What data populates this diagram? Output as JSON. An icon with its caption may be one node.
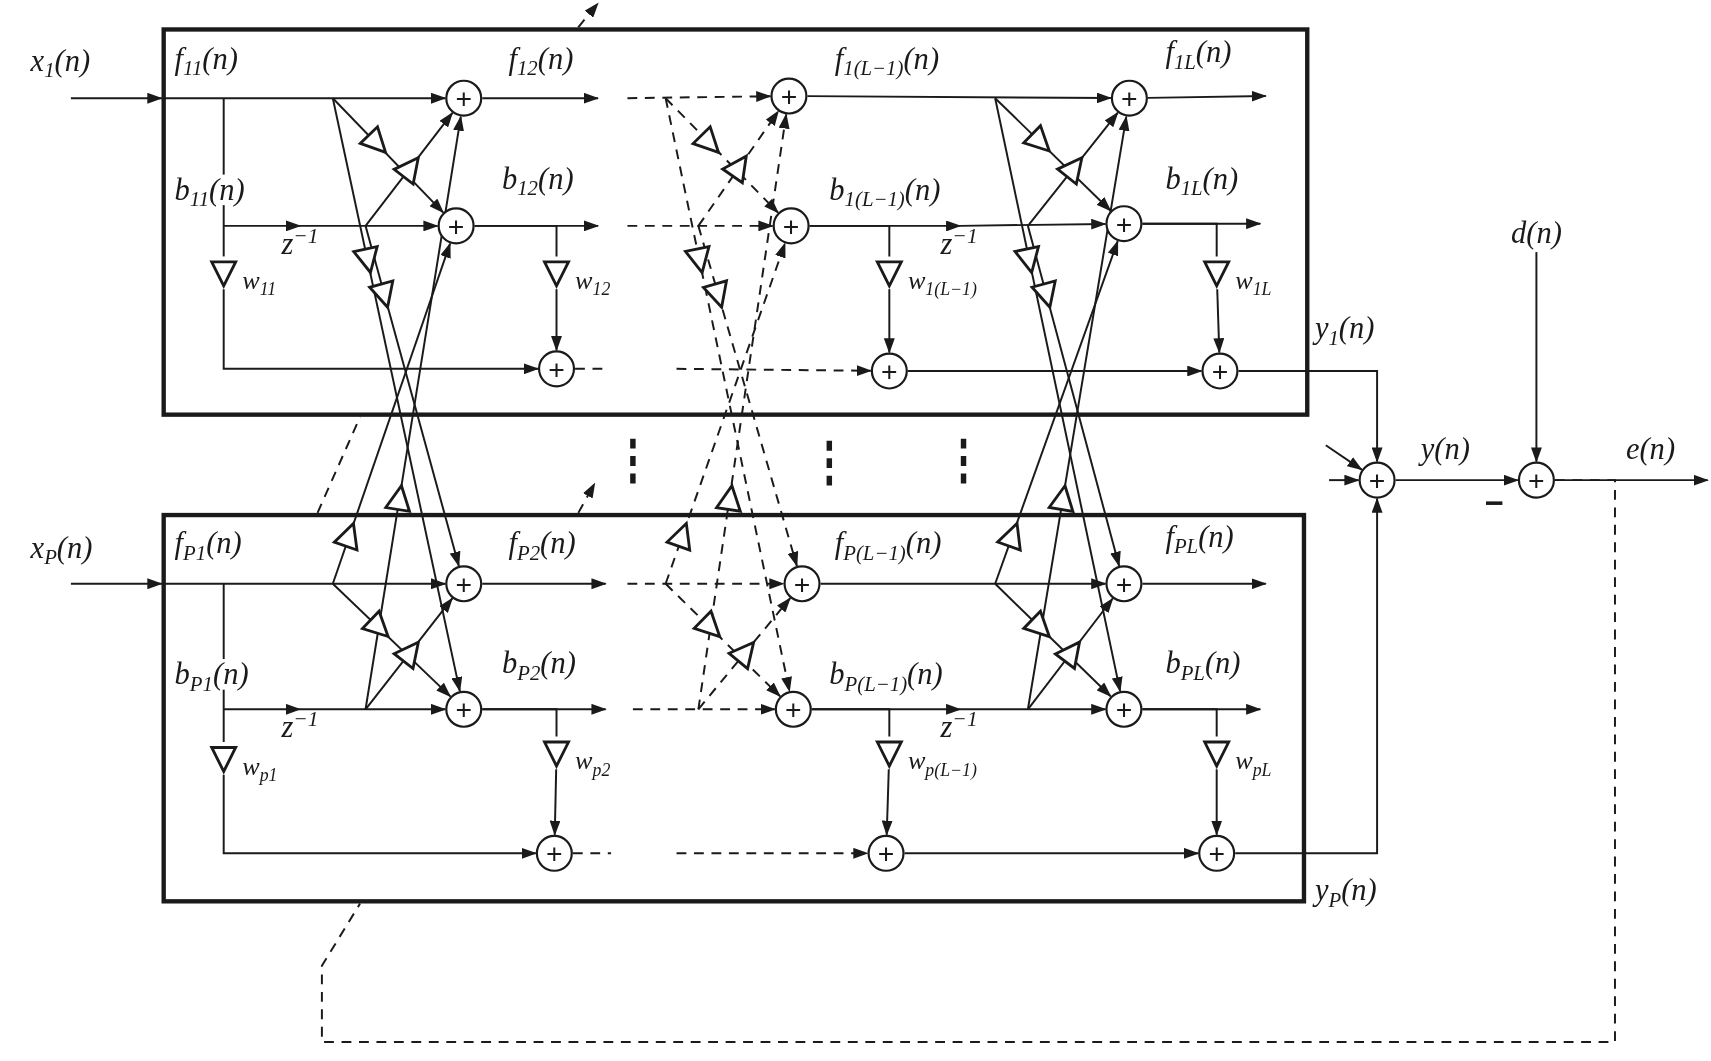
{
  "diagram": {
    "nodes": [
      {
        "text": [],
        "shape": "box"
      },
      {
        "text": [],
        "shape": "box"
      },
      {
        "text": [
          "+"
        ],
        "in": 0
      },
      {
        "text": [
          "+"
        ],
        "in": 0
      },
      {
        "text": [
          "+"
        ],
        "in": 0
      },
      {
        "text": [
          "+"
        ],
        "in": 0
      },
      {
        "text": [
          "+"
        ],
        "in": 0
      },
      {
        "text": [
          "+"
        ],
        "in": 0
      },
      {
        "text": [
          "+"
        ],
        "in": 0
      },
      {
        "text": [
          "+"
        ],
        "in": 0
      },
      {
        "text": [
          "+"
        ],
        "in": 0
      },
      {
        "text": [],
        "shape": "triangle",
        "in": 0,
        "beside": [
          "w$_{11}$"
        ]
      },
      {
        "text": [],
        "shape": "triangle",
        "in": 0,
        "beside": [
          "w$_{12}$"
        ]
      },
      {
        "text": [],
        "shape": "triangle",
        "in": 0,
        "beside": [
          "w$_{1(L−1)}$"
        ]
      },
      {
        "text": [],
        "shape": "triangle",
        "in": 0,
        "beside": [
          "w$_{1L}$"
        ]
      },
      {
        "text": [
          "+"
        ],
        "in": 1
      },
      {
        "text": [
          "+"
        ],
        "in": 1
      },
      {
        "text": [
          "+"
        ],
        "in": 1
      },
      {
        "text": [
          "+"
        ],
        "in": 1
      },
      {
        "text": [
          "+"
        ],
        "in": 1
      },
      {
        "text": [
          "+"
        ],
        "in": 1
      },
      {
        "text": [
          "+"
        ],
        "in": 1
      },
      {
        "text": [
          "+"
        ],
        "in": 1
      },
      {
        "text": [
          "+"
        ],
        "in": 1
      },
      {
        "text": [],
        "shape": "triangle",
        "in": 1,
        "beside": [
          "w$_{p1}$"
        ]
      },
      {
        "text": [],
        "shape": "triangle",
        "in": 1,
        "beside": [
          "w$_{p2}$"
        ]
      },
      {
        "text": [],
        "shape": "triangle",
        "in": 1,
        "beside": [
          "w$_{p(L−1)}$"
        ]
      },
      {
        "text": [],
        "shape": "triangle",
        "in": 1,
        "beside": [
          "w$_{pL}$"
        ]
      },
      {
        "text": [
          "+"
        ]
      },
      {
        "text": [
          "+"
        ]
      },
      {
        "text": [
          "d(n)"
        ]
      },
      {
        "text": [],
        "shape": "triangle",
        "in": 0
      },
      {
        "text": [],
        "shape": "triangle",
        "in": 0
      },
      {
        "text": [],
        "shape": "triangle",
        "in": 0
      },
      {
        "text": [],
        "shape": "triangle",
        "in": 0
      },
      {
        "text": [],
        "shape": "triangle",
        "in": 1
      },
      {
        "text": [],
        "shape": "triangle",
        "in": 1
      },
      {
        "text": [],
        "shape": "triangle",
        "in": 1
      },
      {
        "text": [],
        "shape": "triangle"
      },
      {
        "text": [],
        "shape": "triangle",
        "in": 0
      },
      {
        "text": [],
        "shape": "triangle",
        "in": 0
      },
      {
        "text": [],
        "shape": "triangle",
        "in": 0
      },
      {
        "text": [],
        "shape": "triangle",
        "in": 0
      },
      {
        "text": [],
        "shape": "triangle",
        "in": 1
      },
      {
        "text": [],
        "shape": "triangle",
        "in": 1
      },
      {
        "text": [],
        "shape": "triangle",
        "in": 1
      },
      {
        "text": [],
        "shape": "triangle"
      },
      {
        "text": [],
        "shape": "triangle",
        "in": 0
      },
      {
        "text": [],
        "shape": "triangle",
        "in": 0
      },
      {
        "text": [],
        "shape": "triangle",
        "in": 0
      },
      {
        "text": [],
        "shape": "triangle",
        "in": 0
      },
      {
        "text": [],
        "shape": "triangle",
        "in": 1
      },
      {
        "text": [],
        "shape": "triangle",
        "in": 1
      },
      {
        "text": [],
        "shape": "triangle",
        "in": 1
      },
      {
        "text": [],
        "shape": "triangle"
      }
    ],
    "edges": [
      {
        "from": null,
        "to": 2,
        "arrow": "to"
      },
      {
        "from": null,
        "to": 11,
        "arrow": "none"
      },
      {
        "from": 11,
        "to": 4,
        "arrow": "to"
      },
      {
        "from": null,
        "to": 3,
        "arrow": "to"
      },
      {
        "from": 2,
        "to": null,
        "arrow": "to"
      },
      {
        "from": null,
        "to": 5,
        "arrow": "to",
        "style": "dashed"
      },
      {
        "from": 3,
        "to": null,
        "arrow": "to"
      },
      {
        "from": null,
        "to": 6,
        "arrow": "to",
        "style": "dashed"
      },
      {
        "from": 3,
        "to": 12,
        "arrow": "none"
      },
      {
        "from": 12,
        "to": 4,
        "arrow": "to"
      },
      {
        "from": 4,
        "to": null,
        "arrow": "none",
        "style": "dashed"
      },
      {
        "from": null,
        "to": 7,
        "arrow": "to",
        "style": "dashed"
      },
      {
        "from": 5,
        "to": 8,
        "arrow": "to"
      },
      {
        "from": 6,
        "to": 9,
        "arrow": "to"
      },
      {
        "from": 6,
        "to": 13,
        "arrow": "none"
      },
      {
        "from": 13,
        "to": 7,
        "arrow": "to"
      },
      {
        "from": 7,
        "to": 10,
        "arrow": "to"
      },
      {
        "from": 8,
        "to": null,
        "arrow": "to"
      },
      {
        "from": 9,
        "to": null,
        "arrow": "to"
      },
      {
        "from": 9,
        "to": 14,
        "arrow": "none"
      },
      {
        "from": 14,
        "to": 10,
        "arrow": "to"
      },
      {
        "from": 10,
        "to": 28,
        "arrow": "to"
      },
      {
        "from": null,
        "to": 15,
        "arrow": "to"
      },
      {
        "from": null,
        "to": 24,
        "arrow": "none"
      },
      {
        "from": 24,
        "to": 17,
        "arrow": "to"
      },
      {
        "from": null,
        "to": 16,
        "arrow": "to"
      },
      {
        "from": 15,
        "to": null,
        "arrow": "to"
      },
      {
        "from": null,
        "to": 18,
        "arrow": "to",
        "style": "dashed"
      },
      {
        "from": 16,
        "to": null,
        "arrow": "to"
      },
      {
        "from": null,
        "to": 19,
        "arrow": "to",
        "style": "dashed"
      },
      {
        "from": 16,
        "to": 25,
        "arrow": "none"
      },
      {
        "from": 25,
        "to": 17,
        "arrow": "to"
      },
      {
        "from": 17,
        "to": null,
        "arrow": "none",
        "style": "dashed"
      },
      {
        "from": null,
        "to": 20,
        "arrow": "to",
        "style": "dashed"
      },
      {
        "from": 18,
        "to": 21,
        "arrow": "to"
      },
      {
        "from": 19,
        "to": 22,
        "arrow": "to"
      },
      {
        "from": 19,
        "to": 26,
        "arrow": "none"
      },
      {
        "from": 26,
        "to": 20,
        "arrow": "to"
      },
      {
        "from": 20,
        "to": 23,
        "arrow": "to"
      },
      {
        "from": 21,
        "to": null,
        "arrow": "to"
      },
      {
        "from": 22,
        "to": null,
        "arrow": "to"
      },
      {
        "from": 22,
        "to": 27,
        "arrow": "none"
      },
      {
        "from": 27,
        "to": 23,
        "arrow": "to"
      },
      {
        "from": 23,
        "to": 28,
        "arrow": "to"
      },
      {
        "from": null,
        "to": 28,
        "arrow": "to"
      },
      {
        "from": null,
        "to": 28,
        "arrow": "to"
      },
      {
        "from": 28,
        "to": 29,
        "arrow": "to",
        "label": "y(n)"
      },
      {
        "from": 30,
        "to": 29,
        "arrow": "to"
      },
      {
        "from": 29,
        "to": null,
        "arrow": "to",
        "label": "e(n)"
      },
      {
        "from": null,
        "to": 3,
        "arrow": "to"
      },
      {
        "from": null,
        "to": 2,
        "arrow": "to"
      },
      {
        "from": null,
        "to": 16,
        "arrow": "to"
      },
      {
        "from": null,
        "to": 15,
        "arrow": "to"
      },
      {
        "from": null,
        "to": 16,
        "arrow": "to"
      },
      {
        "from": null,
        "to": 15,
        "arrow": "to"
      },
      {
        "from": null,
        "to": 3,
        "arrow": "to"
      },
      {
        "from": null,
        "to": 2,
        "arrow": "to"
      },
      {
        "from": null,
        "to": 6,
        "arrow": "to",
        "style": "dashed"
      },
      {
        "from": null,
        "to": 5,
        "arrow": "to",
        "style": "dashed"
      },
      {
        "from": null,
        "to": 19,
        "arrow": "to",
        "style": "dashed"
      },
      {
        "from": null,
        "to": 18,
        "arrow": "to",
        "style": "dashed"
      },
      {
        "from": null,
        "to": 19,
        "arrow": "to",
        "style": "dashed"
      },
      {
        "from": null,
        "to": 18,
        "arrow": "to",
        "style": "dashed"
      },
      {
        "from": null,
        "to": 6,
        "arrow": "to",
        "style": "dashed"
      },
      {
        "from": null,
        "to": 5,
        "arrow": "to",
        "style": "dashed"
      },
      {
        "from": null,
        "to": 9,
        "arrow": "to"
      },
      {
        "from": null,
        "to": 8,
        "arrow": "to"
      },
      {
        "from": null,
        "to": 22,
        "arrow": "to"
      },
      {
        "from": null,
        "to": 21,
        "arrow": "to"
      },
      {
        "from": null,
        "to": 22,
        "arrow": "to"
      },
      {
        "from": null,
        "to": 21,
        "arrow": "to"
      },
      {
        "from": null,
        "to": 9,
        "arrow": "to"
      },
      {
        "from": null,
        "to": 8,
        "arrow": "to"
      },
      {
        "from": 29,
        "to": 1,
        "arrow": "none",
        "style": "dashed"
      },
      {
        "from": 1,
        "to": 0,
        "arrow": "none",
        "style": "dashed"
      },
      {
        "from": 0,
        "to": null,
        "arrow": "to",
        "style": "dashed"
      },
      {
        "from": 1,
        "to": null,
        "arrow": "to",
        "style": "dashed"
      }
    ],
    "labels": [
      "x$_{1}$(n)",
      "f$_{11}$(n)",
      "f$_{12}$(n)",
      "f$_{1(L−1)}$(n)",
      "f$_{1L}$(n)",
      "b$_{11}$(n)",
      "b$_{12}$(n)",
      "b$_{1(L−1)}$(n)",
      "b$_{1L}$(n)",
      "z$^{−1}$",
      "z$^{−1}$",
      "y$_{1}$(n)",
      "−",
      "x$_{P}$(n)",
      "f$_{P1}$(n)",
      "f$_{P2}$(n)",
      "f$_{P(L−1)}$(n)",
      "f$_{PL}$(n)",
      "b$_{P1}$(n)",
      "b$_{P2}$(n)",
      "b$_{P(L−1)}$(n)",
      "b$_{PL}$(n)",
      "z$^{−1}$",
      "z$^{−1}$",
      "y$_{P}$(n)"
    ]
  }
}
